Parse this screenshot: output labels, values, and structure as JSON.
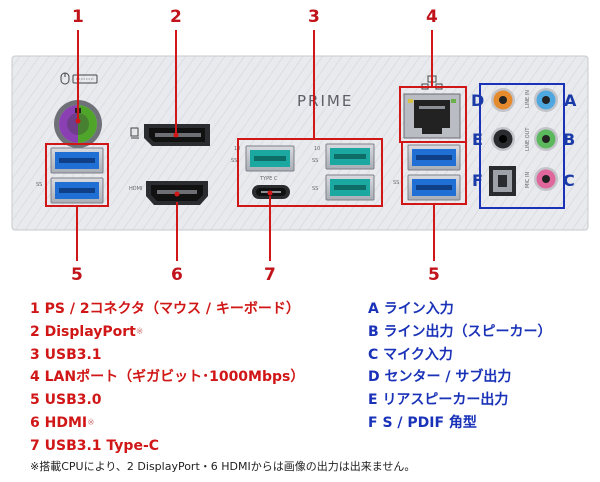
{
  "numbers": {
    "n1": "1",
    "n2": "2",
    "n3": "3",
    "n4": "4",
    "n5a": "5",
    "n6": "6",
    "n7": "7",
    "n5b": "5"
  },
  "letters": {
    "a": "A",
    "b": "B",
    "c": "C",
    "d": "D",
    "e": "E",
    "f": "F"
  },
  "panel": {
    "brand": "PRIME",
    "type_c_label": "TYPE C",
    "hdmi_label": "HDMI",
    "line_in_label": "LINE IN",
    "line_out_label": "LINE OUT",
    "mic_in_label": "MIC IN",
    "usb10_a": "10",
    "usb10_b": "10",
    "ss_a": "SS",
    "ss_b": "SS",
    "ss_c": "SS",
    "ss_d": "SS",
    "ss_e": "SS"
  },
  "legend_left": [
    "1 PS / 2コネクタ（マウス / キーボード）",
    "2 DisplayPort",
    "3 USB3.1",
    "4 LANポート（ギガビット･1000Mbps）",
    "5 USB3.0",
    "6 HDMI",
    "7 USB3.1 Type-C"
  ],
  "legend_marks": {
    "dp": "※",
    "hdmi": "※"
  },
  "legend_right": [
    "A ライン入力",
    "B ライン出力（スピーカー）",
    "C マイク入力",
    "D センター / サブ出力",
    "E リアスピーカー出力",
    "F S / PDIF 角型"
  ],
  "footnote": "※搭載CPUにより、2 DisplayPort・6 HDMIからは画像の出力は出来ません。",
  "colors": {
    "callout_red": "#d01616",
    "callout_blue": "#1a32b8",
    "panel": "#e9eaee",
    "usb_blue": "#1f6fd4",
    "usb_teal": "#1aa8a0",
    "ps2_purple": "#8a3fb3",
    "ps2_green": "#4fa52a",
    "jack_orange": "#e58a2d",
    "jack_blue": "#4fa7e0",
    "jack_green": "#5cb85c",
    "jack_pink": "#e0679b"
  },
  "icons": [
    "mouse-icon",
    "keyboard-icon",
    "displayport-icon",
    "network-icon",
    "usb-icon"
  ]
}
